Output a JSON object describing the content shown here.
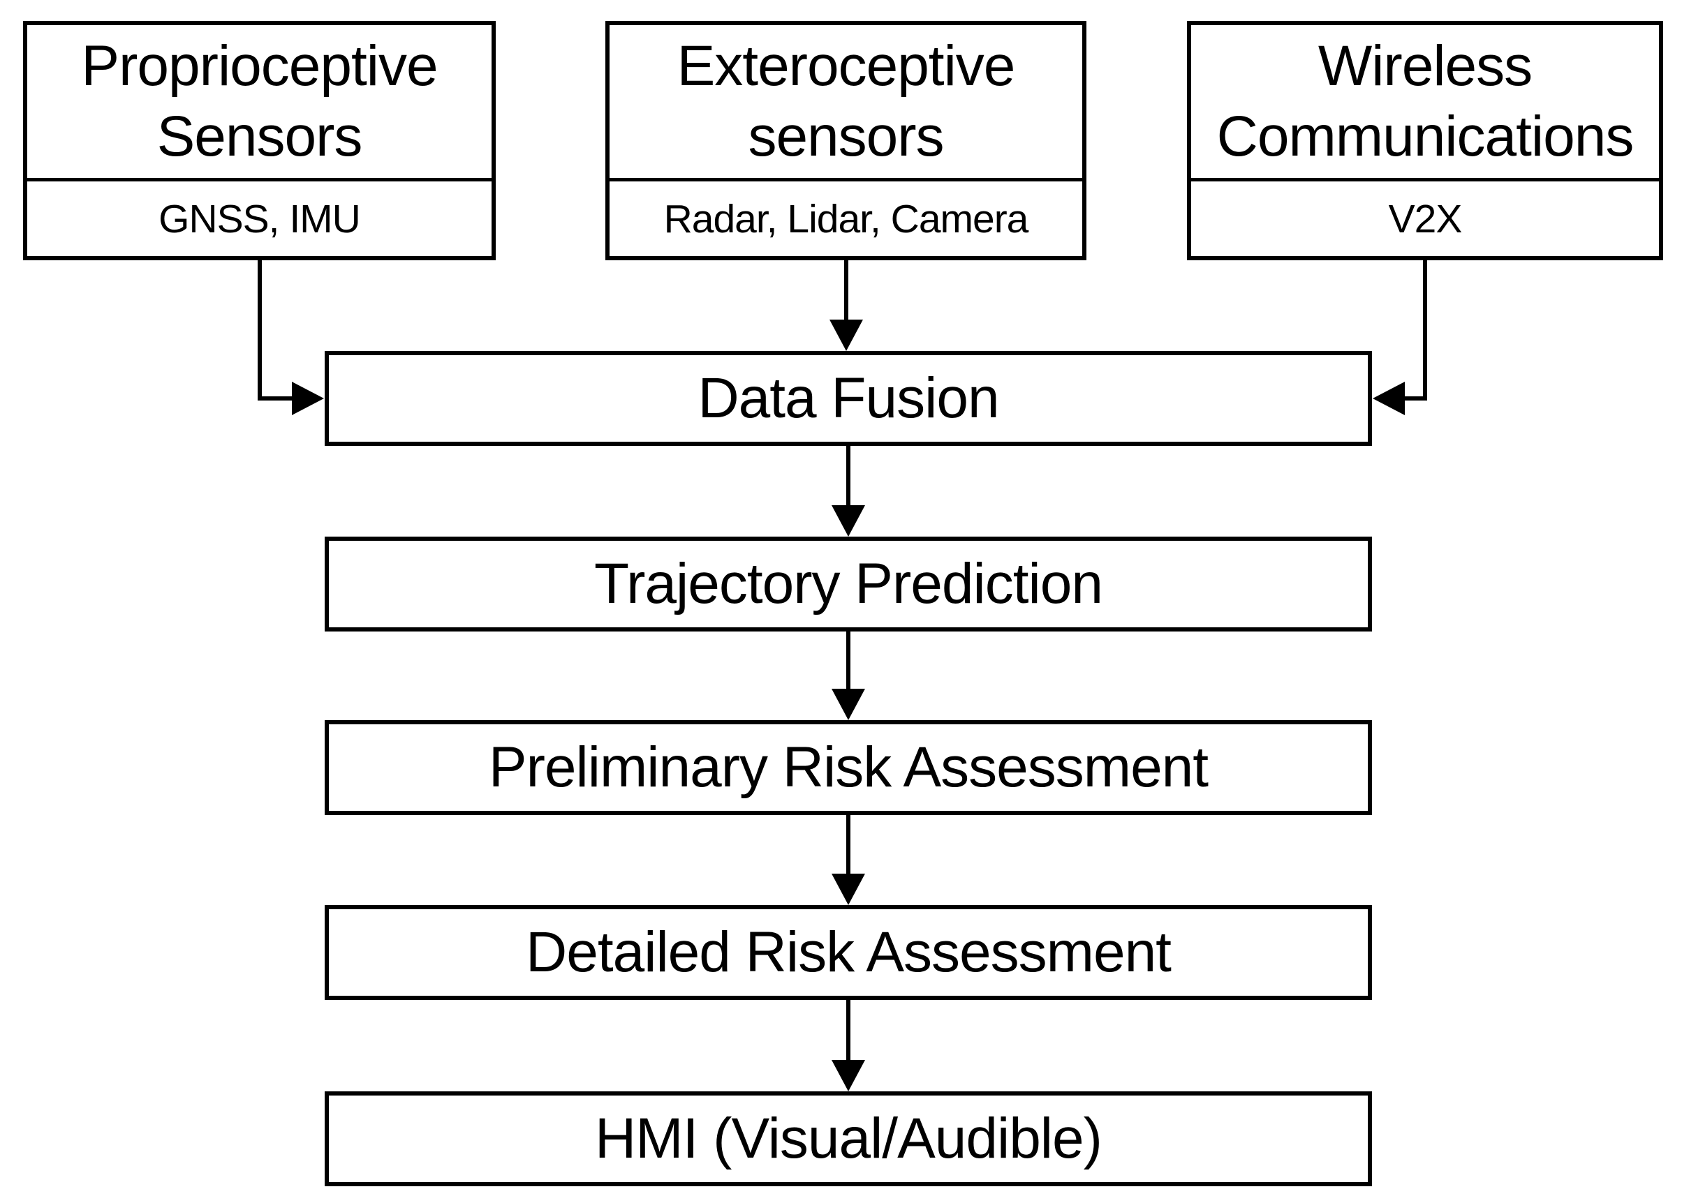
{
  "diagram": {
    "background_color": "#ffffff",
    "line_color": "#000000",
    "sensor_boxes": [
      {
        "title_lines": [
          "Proprioceptive",
          "Sensors"
        ],
        "subtitle": "GNSS, IMU"
      },
      {
        "title_lines": [
          "Exteroceptive",
          "sensors"
        ],
        "subtitle": "Radar, Lidar, Camera"
      },
      {
        "title_lines": [
          "Wireless",
          "Communications"
        ],
        "subtitle": "V2X"
      }
    ],
    "pipeline_boxes": [
      {
        "label": "Data Fusion"
      },
      {
        "label": "Trajectory Prediction"
      },
      {
        "label": "Preliminary Risk Assessment"
      },
      {
        "label": "Detailed Risk Assessment"
      },
      {
        "label": "HMI (Visual/Audible)"
      }
    ],
    "connections": [
      {
        "from": "Proprioceptive Sensors",
        "to": "Data Fusion"
      },
      {
        "from": "Exteroceptive sensors",
        "to": "Data Fusion"
      },
      {
        "from": "Wireless Communications",
        "to": "Data Fusion"
      },
      {
        "from": "Data Fusion",
        "to": "Trajectory Prediction"
      },
      {
        "from": "Trajectory Prediction",
        "to": "Preliminary Risk Assessment"
      },
      {
        "from": "Preliminary Risk Assessment",
        "to": "Detailed Risk Assessment"
      },
      {
        "from": "Detailed Risk Assessment",
        "to": "HMI (Visual/Audible)"
      }
    ]
  }
}
